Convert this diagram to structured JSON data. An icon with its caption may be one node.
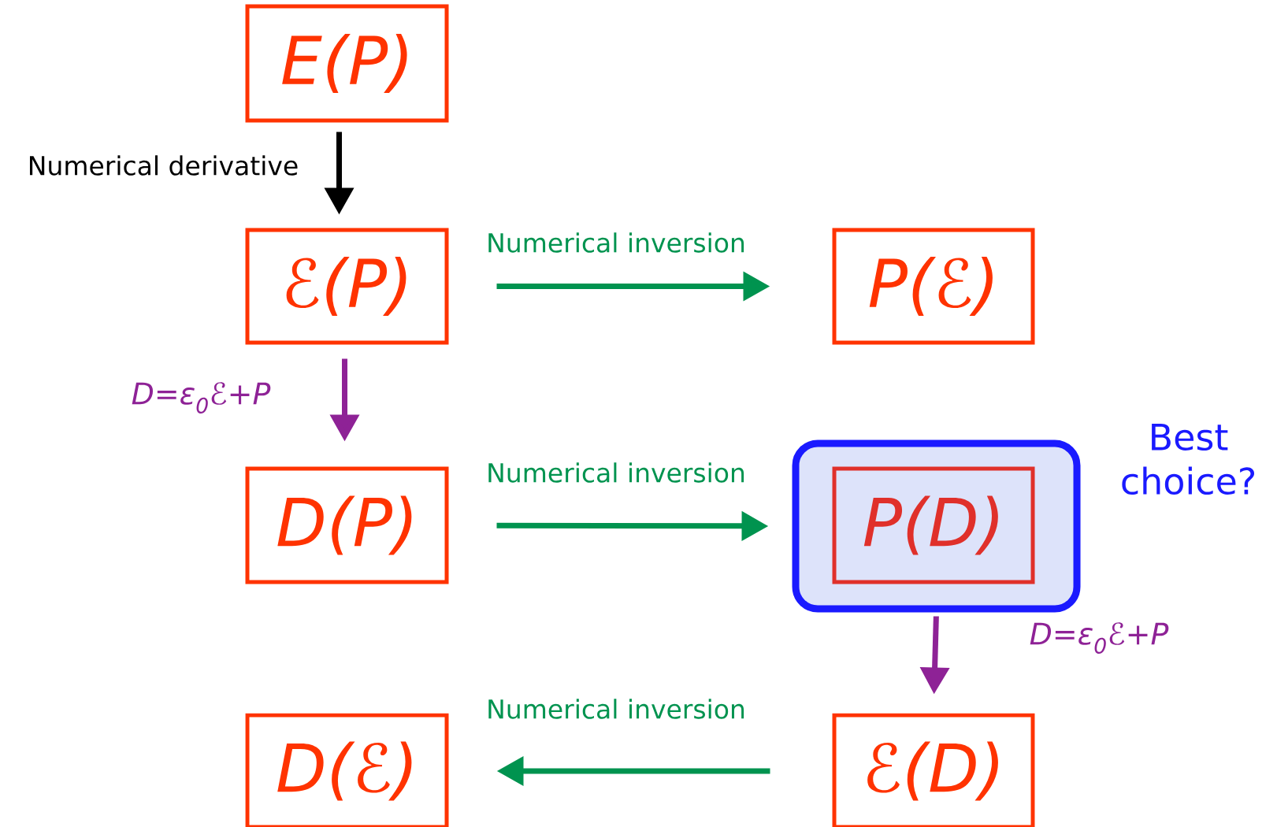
{
  "diagram": {
    "nodes": [
      {
        "text": [
          "E(P)"
        ]
      },
      {
        "text": [
          "ℰ(P)"
        ]
      },
      {
        "text": [
          "P(ℰ)"
        ]
      },
      {
        "text": [
          "D(P)"
        ]
      },
      {
        "text": [
          "Best choice?"
        ]
      },
      {
        "text": [
          "P(D)"
        ],
        "in": 4
      },
      {
        "text": [
          "D(ℰ)"
        ]
      },
      {
        "text": [
          "ℰ(D)"
        ]
      }
    ],
    "edges": [
      {
        "from": 0,
        "to": 1,
        "arrow": "to",
        "label": "Numerical derivative",
        "color": "#000000"
      },
      {
        "from": 1,
        "to": 3,
        "arrow": "to",
        "label": "D=ε$_{0}$ℰ+P",
        "color": "#8e2296"
      },
      {
        "from": 1,
        "to": 2,
        "arrow": "to",
        "label": "Numerical inversion"
      },
      {
        "from": 3,
        "to": 4,
        "arrow": "to",
        "label": "Numerical inversion"
      },
      {
        "from": 4,
        "to": 7,
        "arrow": "to",
        "label": "D=ε$_{0}$ℰ+P",
        "color": "#8e2296"
      },
      {
        "from": 7,
        "to": 6,
        "arrow": "to",
        "label": "Numerical inversion"
      }
    ]
  }
}
